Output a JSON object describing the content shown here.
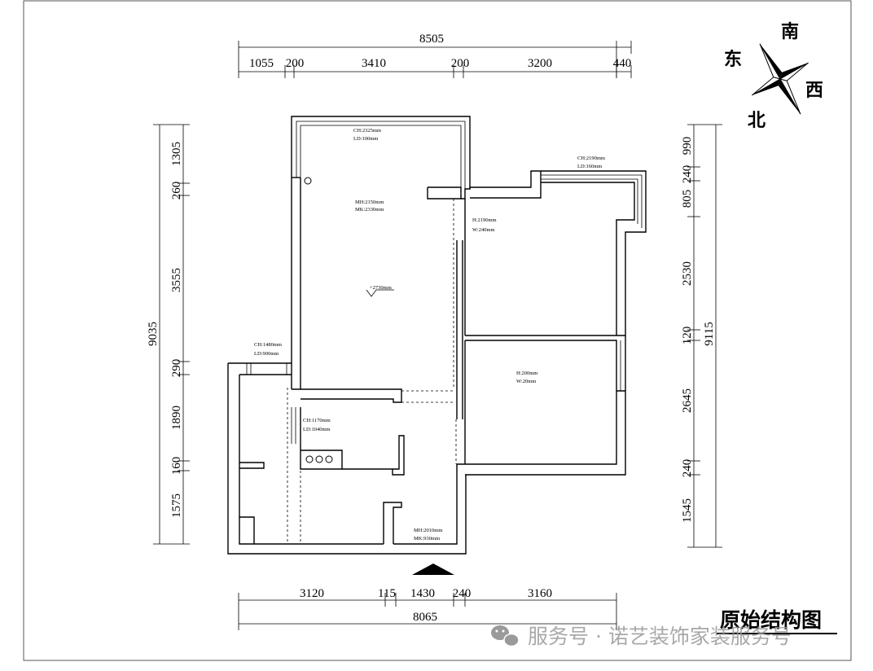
{
  "top_dimensions": {
    "total": "8505",
    "segments": [
      "1055",
      "200",
      "3410",
      "200",
      "3200",
      "440"
    ]
  },
  "bottom_dimensions": {
    "total": "8065",
    "segments": [
      "3120",
      "115",
      "1430",
      "240",
      "3160"
    ]
  },
  "left_dimensions": {
    "total": "9035",
    "segments": [
      "1305",
      "260",
      "3555",
      "290",
      "1890",
      "160",
      "1575"
    ]
  },
  "right_dimensions": {
    "total": "9115",
    "segments": [
      "990",
      "240",
      "805",
      "2530",
      "120",
      "2645",
      "240",
      "1545"
    ]
  },
  "annotations": {
    "top_window": [
      "CH:2325mm",
      "LD:100mm"
    ],
    "main_door": [
      "MH:2150mm",
      "MK:2330mm"
    ],
    "elevation": "+2730mm",
    "right_balcony": [
      "CH:2190mm",
      "LD:160mm"
    ],
    "beam_upper": [
      "H:2190mm",
      "W:240mm"
    ],
    "left_window": [
      "CH:1480mm",
      "LD:900mm"
    ],
    "beam_lower": [
      "H:200mm",
      "W:20mm"
    ],
    "kitchen_window": [
      "CH:1170mm",
      "LD:1040mm"
    ],
    "entry_door": [
      "MH:2010mm",
      "MK:930mm"
    ]
  },
  "compass": {
    "south": "南",
    "east": "东",
    "west": "西",
    "north": "北"
  },
  "title": "原始结构图",
  "watermark": "服务号 · 诺艺装饰家装服务号"
}
